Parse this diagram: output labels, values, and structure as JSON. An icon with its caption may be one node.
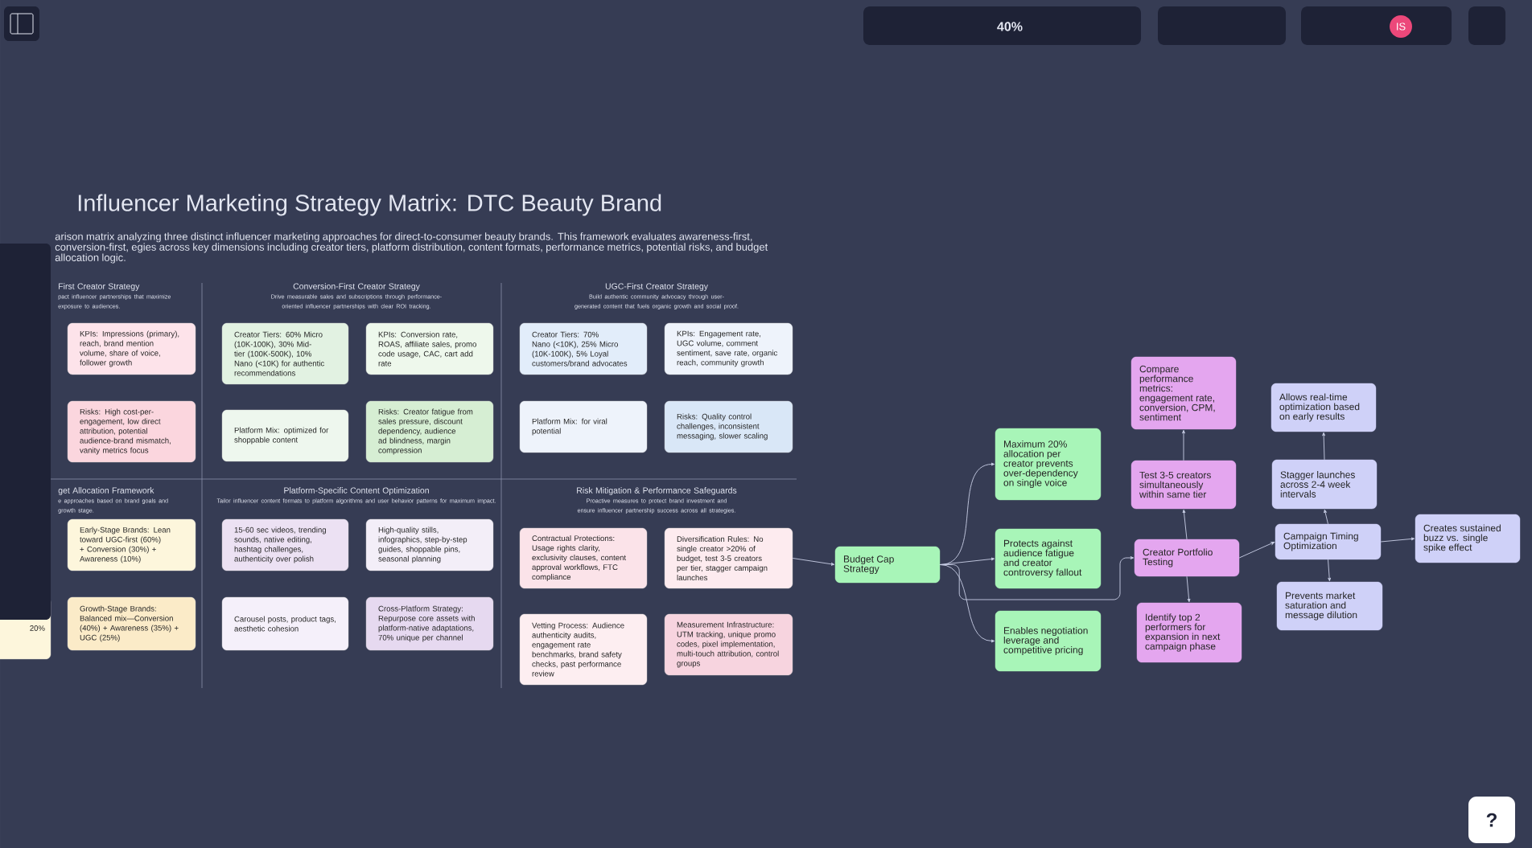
{
  "diagram": {
    "title": "Influencer Marketing Strategy Matrix: DTC Beauty Brand",
    "nodes": [
      {
        "text": [
          "KPIs: Impressions (primary), reach, brand mention volume, share of voice, follower growth"
        ]
      },
      {
        "text": [
          "Risks: High cost-per-engagement, low direct attribution, potential audience-brand mismatch, vanity metrics focus"
        ]
      },
      {
        "text": [
          "Creator Tiers: 60% Micro (10K-100K), 30% Mid-tier (100K-500K), 10% Nano (<10K) for authentic recommendations"
        ]
      },
      {
        "text": [
          "KPIs: Conversion rate, ROAS, affiliate sales, promo code usage, CAC, cart add rate"
        ]
      },
      {
        "text": [
          "Platform Mix: optimized for shoppable content"
        ]
      },
      {
        "text": [
          "Risks: Creator fatigue from sales pressure, discount dependency, audience ad blindness, margin compression"
        ]
      },
      {
        "text": [
          "Creator Tiers: 70% Nano (<10K), 25% Micro (10K-100K), 5% Loyal customers/brand advocates"
        ]
      },
      {
        "text": [
          "KPIs: Engagement rate, UGC volume, comment sentiment, save rate, organic reach, community growth"
        ]
      },
      {
        "text": [
          "Platform Mix: for viral potential"
        ]
      },
      {
        "text": [
          "Risks: Quality control challenges, inconsistent messaging, slower scaling"
        ]
      },
      {
        "text": [
          "20%"
        ]
      },
      {
        "text": [
          "Early-Stage Brands: Lean toward UGC-first (60%) + Conversion (30%) + Awareness (10%)"
        ]
      },
      {
        "text": [
          "Growth-Stage Brands: Balanced mix—Conversion (40%) + Awareness (35%) + UGC (25%)"
        ]
      },
      {
        "text": [
          "15-60 sec videos, trending sounds, native editing, hashtag challenges, authenticity over polish"
        ]
      },
      {
        "text": [
          "High-quality stills, infographics, step-by-step guides, shoppable pins, seasonal planning"
        ]
      },
      {
        "text": [
          "Carousel posts, product tags, aesthetic cohesion"
        ]
      },
      {
        "text": [
          "Cross-Platform Strategy: Repurpose core assets with platform-native adaptations, 70% unique per channel"
        ]
      },
      {
        "text": [
          "Contractual Protections: Usage rights clarity, exclusivity clauses, content approval workflows, FTC compliance"
        ]
      },
      {
        "text": [
          "Diversification Rules: No single creator >20% of budget, test 3-5 creators per tier, stagger campaign launches"
        ]
      },
      {
        "text": [
          "Vetting Process: Audience authenticity audits, engagement rate benchmarks, brand safety checks, past performance review"
        ]
      },
      {
        "text": [
          "Measurement Infrastructure: UTM tracking, unique promo codes, pixel implementation, multi-touch attribution, control groups"
        ]
      },
      {
        "text": [
          "Budget Cap Strategy"
        ]
      },
      {
        "text": [
          "Maximum 20% allocation per creator prevents over-dependency on single voice"
        ]
      },
      {
        "text": [
          "Protects against audience fatigue and creator controversy fallout"
        ]
      },
      {
        "text": [
          "Enables negotiation leverage and competitive pricing"
        ]
      },
      {
        "text": [
          "Compare performance metrics: engagement rate, conversion, CPM, sentiment"
        ]
      },
      {
        "text": [
          "Test 3-5 creators simultaneously within same tier"
        ]
      },
      {
        "text": [
          "Creator Portfolio Testing"
        ]
      },
      {
        "text": [
          "Identify top 2 performers for expansion in next campaign phase"
        ]
      },
      {
        "text": [
          "Allows real-time optimization based on early results"
        ]
      },
      {
        "text": [
          "Stagger launches across 2-4 week intervals"
        ]
      },
      {
        "text": [
          "Campaign Timing Optimization"
        ]
      },
      {
        "text": [
          "Prevents market saturation and message dilution"
        ]
      },
      {
        "text": [
          "Creates sustained buzz vs. single spike effect"
        ]
      }
    ],
    "edges": [
      {
        "from": 18,
        "to": 21,
        "arrow": "to"
      },
      {
        "from": 21,
        "to": 22,
        "arrow": "to"
      },
      {
        "from": 21,
        "to": 23,
        "arrow": "to"
      },
      {
        "from": 21,
        "to": 24,
        "arrow": "to"
      },
      {
        "from": 21,
        "to": 27,
        "arrow": "to"
      },
      {
        "from": 27,
        "to": 26,
        "arrow": "to"
      },
      {
        "from": 26,
        "to": 25,
        "arrow": "to"
      },
      {
        "from": 27,
        "to": 28,
        "arrow": "to"
      },
      {
        "from": 27,
        "to": 31,
        "arrow": "to"
      },
      {
        "from": 31,
        "to": 30,
        "arrow": "to"
      },
      {
        "from": 30,
        "to": 29,
        "arrow": "to"
      },
      {
        "from": 31,
        "to": 32,
        "arrow": "to"
      },
      {
        "from": 31,
        "to": 33,
        "arrow": "to"
      }
    ],
    "labels": [
      "arison matrix analyzing three distinct influencer marketing approaches for direct-to-consumer beauty brands. This framework evaluates awareness-first, conversion-first, egies across key dimensions including creator tiers, platform distribution, content formats, performance metrics, potential risks, and budget allocation logic.",
      "First Creator Strategy",
      "pact influencer partnerships that maximize exposure to audiences.",
      "Conversion-First Creator Strategy",
      "Drive measurable sales and subscriptions through performance-oriented influencer partnerships with clear ROI tracking.",
      "UGC-First Creator Strategy",
      "Build authentic community advocacy through user-generated content that fuels organic growth and social proof.",
      "get Allocation Framework",
      "e approaches based on brand goals and growth stage.",
      "Platform-Specific Content Optimization",
      "Tailor influencer content formats to platform algorithms and user behavior patterns for maximum impact.",
      "Risk Mitigation & Performance Safeguards",
      "Proactive measures to protect brand investment and ensure influencer partnership success across all strategies.",
      "40%",
      "IS",
      "?"
    ]
  }
}
